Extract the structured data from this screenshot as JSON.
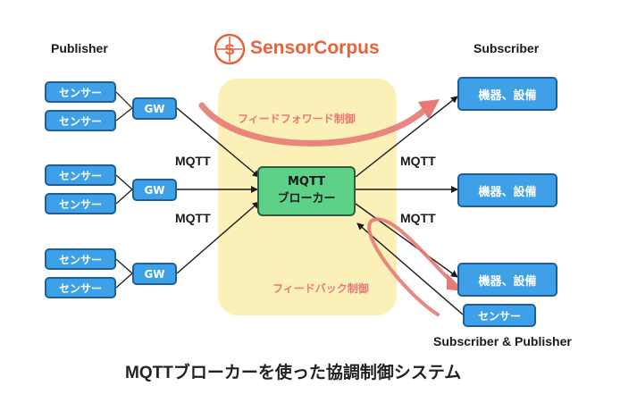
{
  "logo": {
    "text": "SensorCorpus",
    "mark_letter": "S",
    "color": "#e8613a"
  },
  "headers": {
    "publisher": "Publisher",
    "subscriber": "Subscriber",
    "subscriber_publisher": "Subscriber & Publisher"
  },
  "nodes": {
    "sensor": "センサー",
    "gateway": "GW",
    "broker_line1": "MQTT",
    "broker_line2": "ブローカー",
    "device": "機器、設備"
  },
  "edge_labels": {
    "mqtt_left_top": "MQTT",
    "mqtt_left_bottom": "MQTT",
    "mqtt_right_top": "MQTT",
    "mqtt_right_bottom": "MQTT"
  },
  "control_labels": {
    "feedforward": "フィードフォワード制御",
    "feedback": "フィードバック制御"
  },
  "caption": "MQTTブローカーを使った協調制御システム",
  "colors": {
    "node_blue": "#3ea0e6",
    "broker_green": "#5ed189",
    "region_yellow": "#fbf0b8",
    "control_red": "#e77a76"
  }
}
